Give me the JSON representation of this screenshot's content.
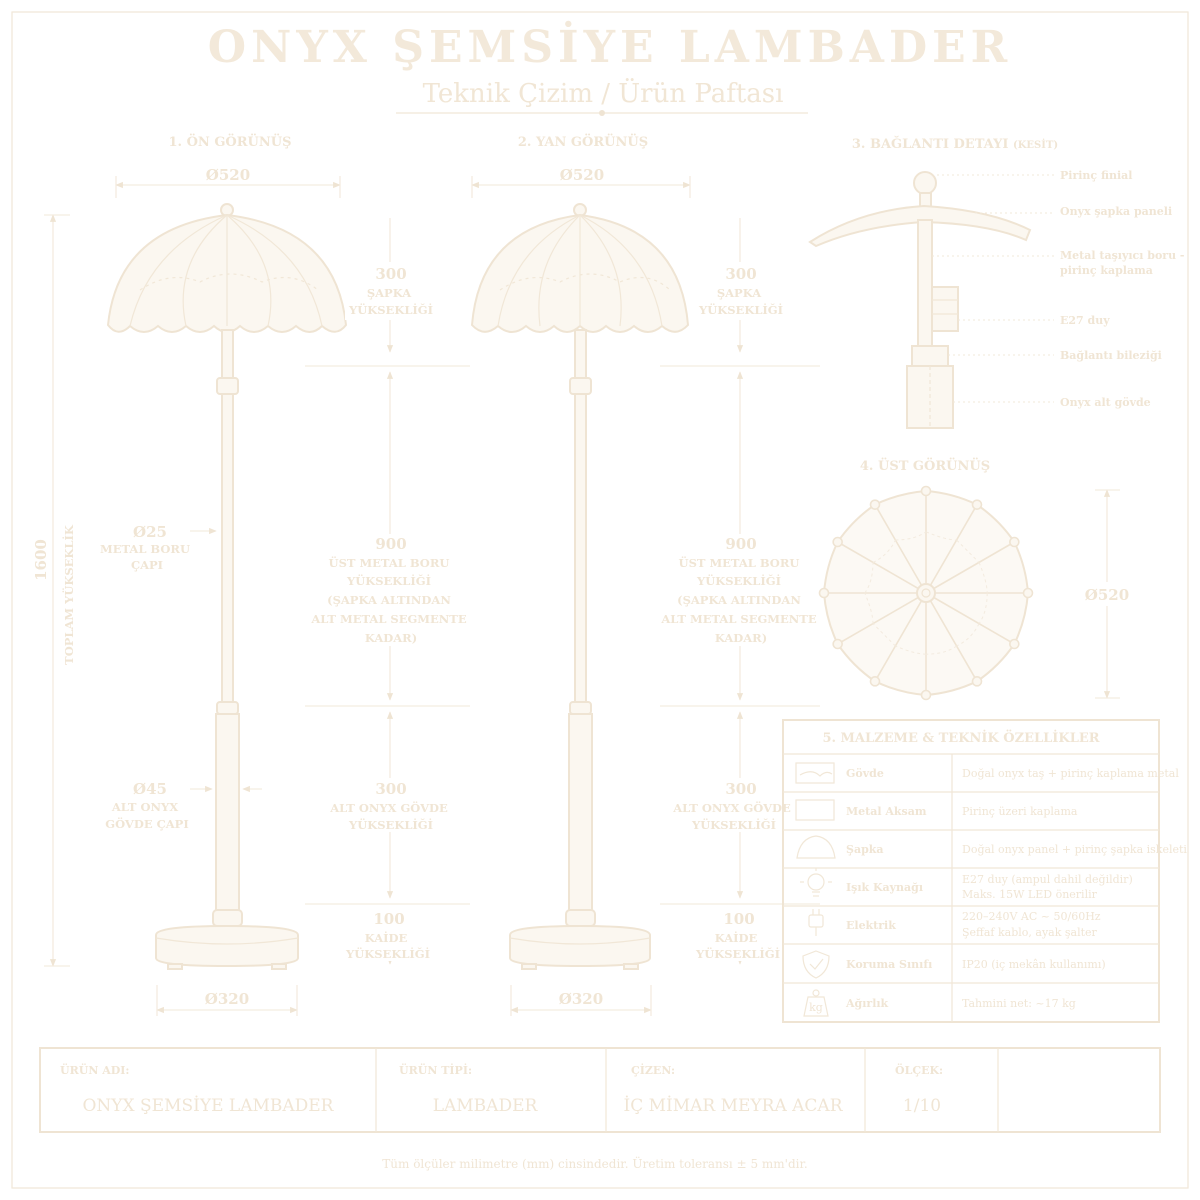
{
  "title": "ONYX ŞEMSİYE LAMBADER",
  "subtitle": "Teknik Çizim / Ürün Paftası",
  "views": {
    "front": {
      "title": "1. ÖN GÖRÜNÜŞ",
      "shade_diameter": "Ø520",
      "base_diameter": "Ø320",
      "pipe_diameter": "Ø25",
      "pipe_diameter_label": [
        "METAL BORU",
        "ÇAPI"
      ],
      "onyx_diameter": "Ø45",
      "onyx_diameter_label": [
        "ALT ONYX",
        "GÖVDE ÇAPI"
      ],
      "total_height": "1600",
      "total_height_label": "TOPLAM YÜKSEKLİK"
    },
    "side": {
      "title": "2. YAN GÖRÜNÜŞ",
      "shade_diameter": "Ø520",
      "base_diameter": "Ø320"
    },
    "detail": {
      "title": "3. BAĞLANTI DETAYI",
      "title_suffix": "(KESİT)",
      "callouts": [
        [
          "Pirinç finial"
        ],
        [
          "Onyx şapka paneli"
        ],
        [
          "Metal taşıyıcı boru -",
          "pirinç kaplama"
        ],
        [
          "E27 duy"
        ],
        [
          "Bağlantı bileziği"
        ],
        [
          "Onyx alt gövde"
        ]
      ]
    },
    "top": {
      "title": "4. ÜST GÖRÜNÜŞ",
      "diameter": "Ø520"
    }
  },
  "dimensions": {
    "shade": {
      "value": "300",
      "label": [
        "ŞAPKA",
        "YÜKSEKLİĞİ"
      ]
    },
    "pipe": {
      "value": "900",
      "label": [
        "ÜST METAL BORU",
        "YÜKSEKLİĞİ",
        "(ŞAPKA ALTINDAN",
        "ALT METAL SEGMENTE",
        "KADAR)"
      ]
    },
    "onyx": {
      "value": "300",
      "label": [
        "ALT ONYX GÖVDE",
        "YÜKSEKLİĞİ"
      ]
    },
    "base": {
      "value": "100",
      "label": [
        "KAİDE",
        "YÜKSEKLİĞİ"
      ]
    }
  },
  "spec_table": {
    "title": "5. MALZEME & TEKNİK ÖZELLİKLER",
    "rows": [
      {
        "icon": "onyx-swatch-icon",
        "label": "Gövde",
        "value": [
          "Doğal onyx taş + pirinç kaplama metal"
        ]
      },
      {
        "icon": "metal-swatch-icon",
        "label": "Metal Aksam",
        "value": [
          "Pirinç üzeri kaplama"
        ]
      },
      {
        "icon": "shade-icon",
        "label": "Şapka",
        "value": [
          "Doğal onyx panel + pirinç şapka iskeleti"
        ]
      },
      {
        "icon": "bulb-icon",
        "label": "Işık Kaynağı",
        "value": [
          "E27 duy (ampul dahil değildir)",
          "Maks. 15W LED önerilir"
        ]
      },
      {
        "icon": "plug-icon",
        "label": "Elektrik",
        "value": [
          "220–240V AC ~ 50/60Hz",
          "Şeffaf kablo, ayak şalter"
        ]
      },
      {
        "icon": "shield-icon",
        "label": "Koruma Sınıfı",
        "value": [
          "IP20 (iç mekân kullanımı)"
        ]
      },
      {
        "icon": "weight-icon",
        "label": "Ağırlık",
        "value": [
          "Tahmini net: ~17 kg"
        ]
      }
    ]
  },
  "title_block": {
    "product_name_label": "ÜRÜN ADI:",
    "product_name": "ONYX ŞEMSİYE LAMBADER",
    "product_type_label": "ÜRÜN TİPİ:",
    "product_type": "LAMBADER",
    "drawn_by_label": "ÇİZEN:",
    "drawn_by": "İÇ MİMAR MEYRA ACAR",
    "scale_label": "ÖLÇEK:",
    "scale": "1/10"
  },
  "footer": "Tüm ölçüler milimetre (mm) cinsindedir. Üretim toleransı ± 5 mm'dir."
}
